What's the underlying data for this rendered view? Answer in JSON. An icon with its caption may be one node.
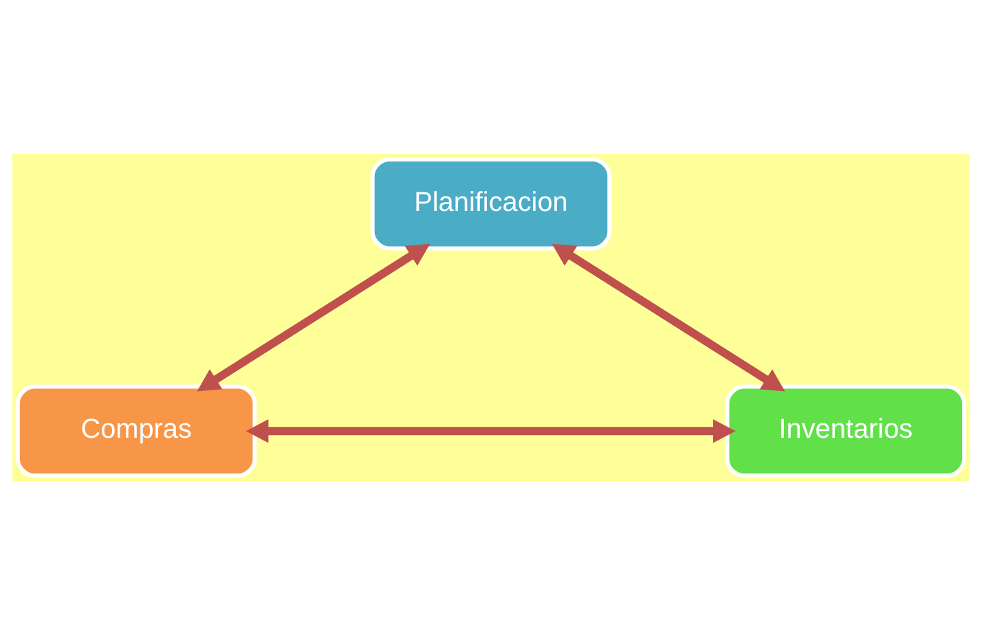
{
  "diagram": {
    "nodes": [
      {
        "text": [
          "Planificacion"
        ]
      },
      {
        "text": [
          "Compras"
        ]
      },
      {
        "text": [
          "Inventarios"
        ]
      }
    ],
    "edges": [
      {
        "from": 0,
        "to": 1,
        "arrow": "both"
      },
      {
        "from": 0,
        "to": 2,
        "arrow": "both"
      },
      {
        "from": 1,
        "to": 2,
        "arrow": "both"
      }
    ]
  }
}
